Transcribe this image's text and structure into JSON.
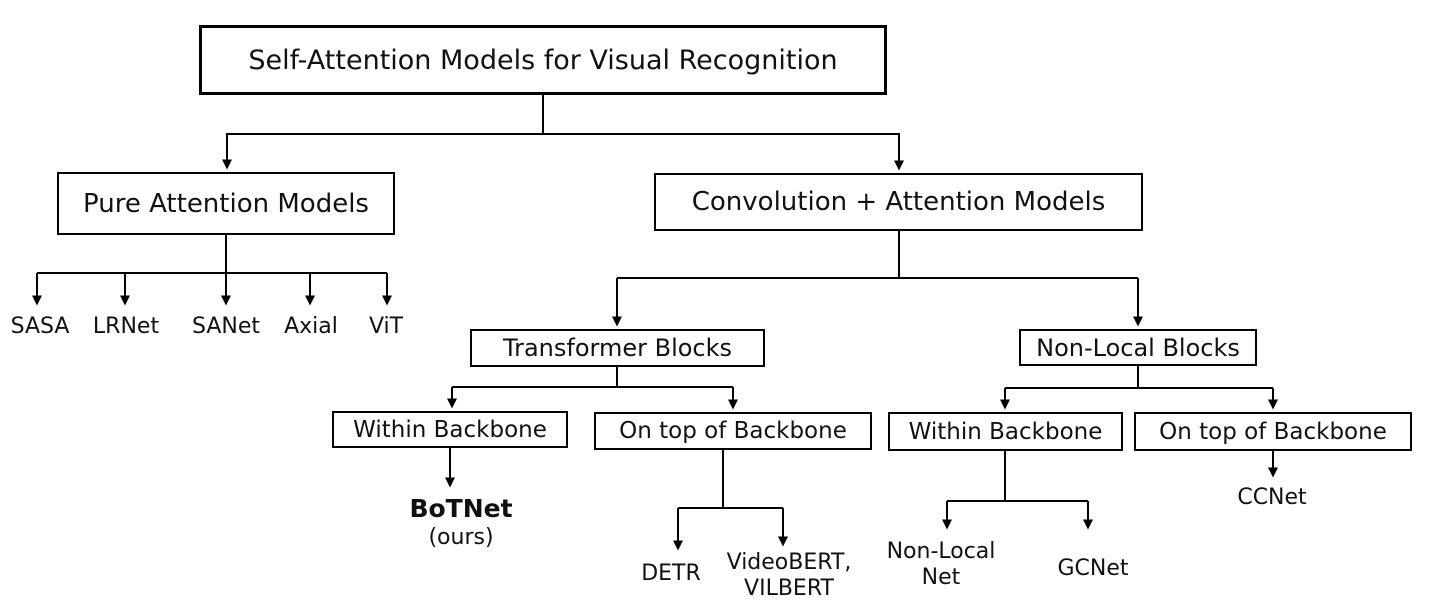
{
  "colors": {
    "background": "#ffffff",
    "line": "#000000",
    "text": "#111111"
  },
  "nodes": {
    "root": "Self-Attention Models for Visual Recognition",
    "pure_attention": "Pure Attention Models",
    "conv_attention": "Convolution + Attention Models",
    "transformer_blocks": "Transformer Blocks",
    "non_local_blocks": "Non-Local Blocks",
    "within_backbone_transformer": "Within Backbone",
    "on_top_backbone_transformer": "On top of Backbone",
    "within_backbone_nonlocal": "Within Backbone",
    "on_top_backbone_nonlocal": "On top of Backbone",
    "sasa": "SASA",
    "lrnet": "LRNet",
    "sanet": "SANet",
    "axial": "Axial",
    "vit": "ViT",
    "botnet": "BoTNet",
    "botnet_note": "(ours)",
    "detr": "DETR",
    "videobert_line1": "VideoBERT,",
    "videobert_line2": "VILBERT",
    "nonlocalnet_line1": "Non-Local",
    "nonlocalnet_line2": "Net",
    "gcnet": "GCNet",
    "ccnet": "CCNet"
  },
  "hierarchy": {
    "label": "Self-Attention Models for Visual Recognition",
    "children": [
      {
        "label": "Pure Attention Models",
        "children": [
          {
            "label": "SASA"
          },
          {
            "label": "LRNet"
          },
          {
            "label": "SANet"
          },
          {
            "label": "Axial"
          },
          {
            "label": "ViT"
          }
        ]
      },
      {
        "label": "Convolution + Attention Models",
        "children": [
          {
            "label": "Transformer Blocks",
            "children": [
              {
                "label": "Within Backbone",
                "children": [
                  {
                    "label": "BoTNet (ours)",
                    "emphasis": true
                  }
                ]
              },
              {
                "label": "On top of Backbone",
                "children": [
                  {
                    "label": "DETR"
                  },
                  {
                    "label": "VideoBERT, VILBERT"
                  }
                ]
              }
            ]
          },
          {
            "label": "Non-Local Blocks",
            "children": [
              {
                "label": "Within Backbone",
                "children": [
                  {
                    "label": "Non-Local Net"
                  },
                  {
                    "label": "GCNet"
                  }
                ]
              },
              {
                "label": "On top of Backbone",
                "children": [
                  {
                    "label": "CCNet"
                  }
                ]
              }
            ]
          }
        ]
      }
    ]
  }
}
